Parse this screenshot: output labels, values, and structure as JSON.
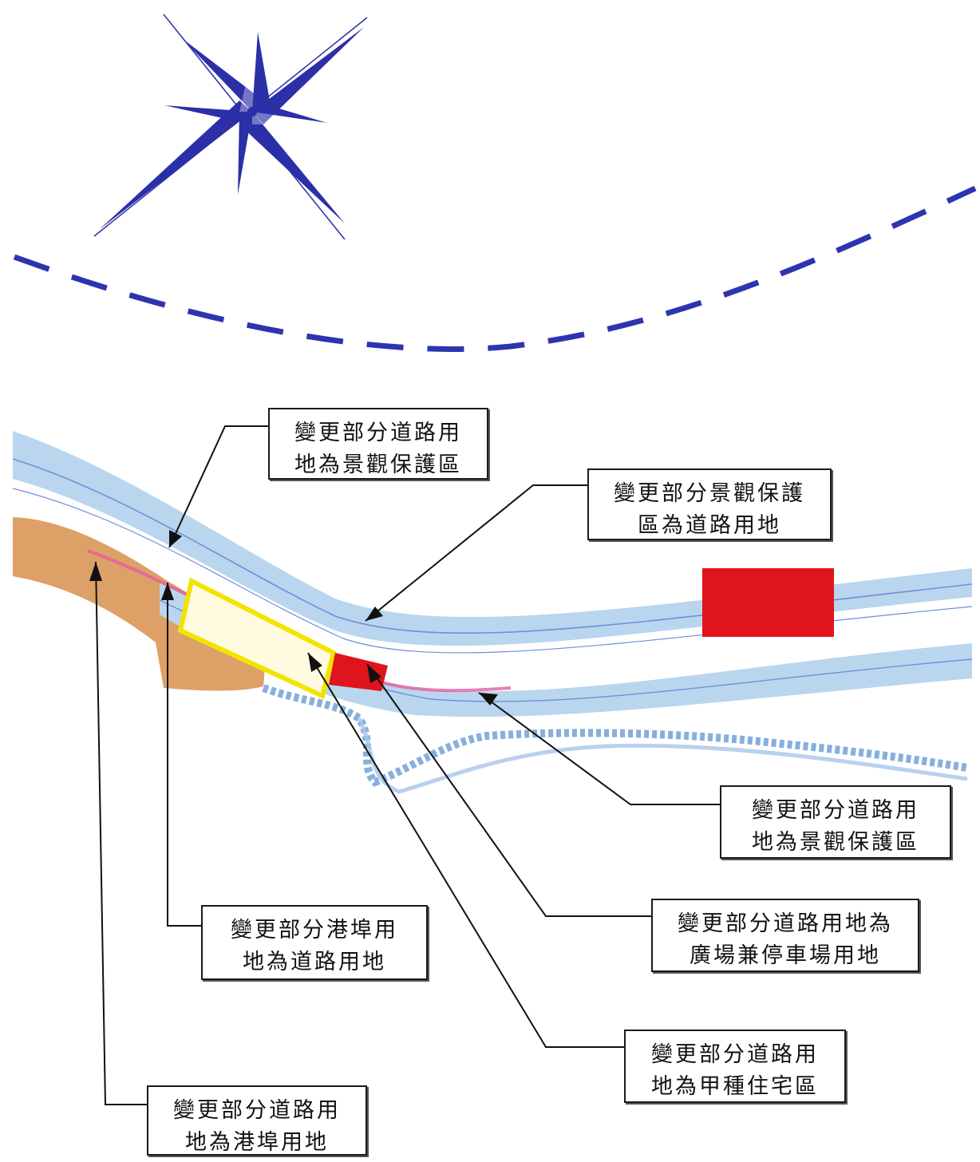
{
  "map": {
    "colors": {
      "compass": "#2b2fa8",
      "boundary_dash": "#2e34b0",
      "road_band": "#b9d6ee",
      "road_line": "#6f8fd8",
      "harbor_land": "#d99656",
      "change_red": "#e0141c",
      "pink_strip": "#e45fa0",
      "residential_outline": "#f2e400",
      "coast": "#7aa6d8"
    },
    "icons": [
      "compass-rose-icon"
    ],
    "callouts": [
      {
        "lines": [
          "變更部分道路用",
          "地為景觀保護區"
        ]
      },
      {
        "lines": [
          "變更部分景觀保護",
          "區為道路用地"
        ]
      },
      {
        "lines": [
          "變更部分道路用",
          "地為景觀保護區"
        ]
      },
      {
        "lines": [
          "變更部分港埠用",
          "地為道路用地"
        ]
      },
      {
        "lines": [
          "變更部分道路用地為",
          "廣場兼停車場用地"
        ]
      },
      {
        "lines": [
          "變更部分道路用",
          "地為甲種住宅區"
        ]
      },
      {
        "lines": [
          "變更部分道路用",
          "地為港埠用地"
        ]
      }
    ]
  }
}
